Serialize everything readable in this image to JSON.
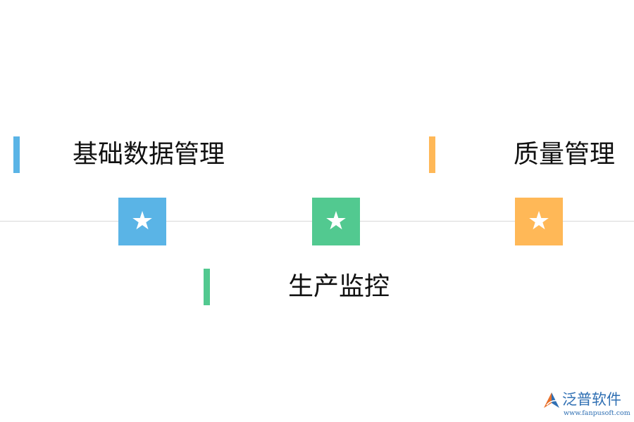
{
  "diagram": {
    "items": [
      {
        "label": "基础数据管理",
        "color": "#5ab4e6",
        "icon": "star-icon"
      },
      {
        "label": "生产监控",
        "color": "#52c990",
        "icon": "star-icon"
      },
      {
        "label": "质量管理",
        "color": "#ffb857",
        "icon": "star-icon"
      }
    ],
    "line_color": "#d9d9d9",
    "star_glyph": "★"
  },
  "watermark": {
    "brand": "泛普软件",
    "url": "www.fanpusoft.com",
    "color": "#2f6fb3"
  }
}
